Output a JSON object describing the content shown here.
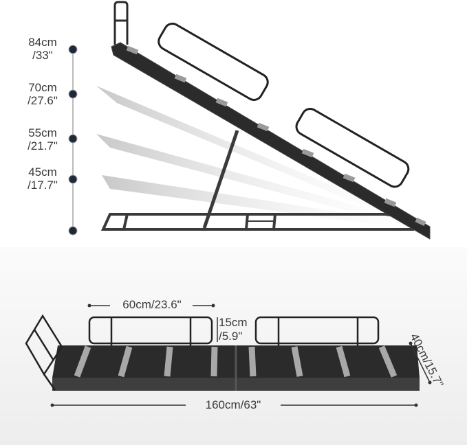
{
  "heights": [
    {
      "cm": "84cm",
      "in": "/33\""
    },
    {
      "cm": "70cm",
      "in": "/27.6\""
    },
    {
      "cm": "55cm",
      "in": "/21.7\""
    },
    {
      "cm": "45cm",
      "in": "/17.7\""
    }
  ],
  "dimensions": {
    "rail_length": "60cm/23.6\"",
    "rail_height_cm": "15cm",
    "rail_height_in": "/5.9\"",
    "depth": "40cm/15.7\"",
    "length": "160cm/63\""
  },
  "colors": {
    "frame": "#3a3a3a",
    "mat": "#2b2b2b",
    "tread": "#9a9a9a",
    "marker": "#1e2a3a"
  }
}
